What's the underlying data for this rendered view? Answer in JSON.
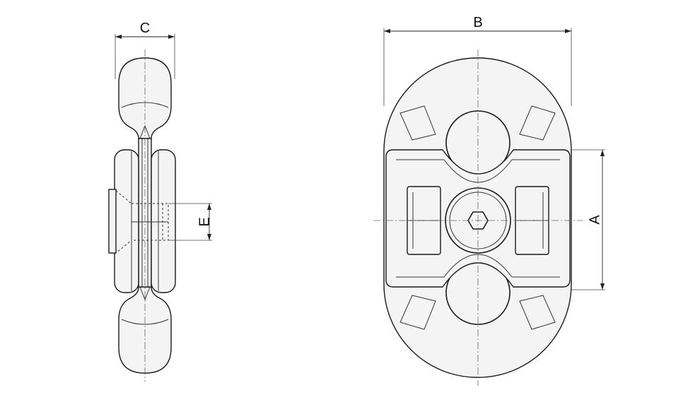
{
  "dimensions": {
    "a": "A",
    "b": "B",
    "c": "C",
    "e": "E"
  }
}
